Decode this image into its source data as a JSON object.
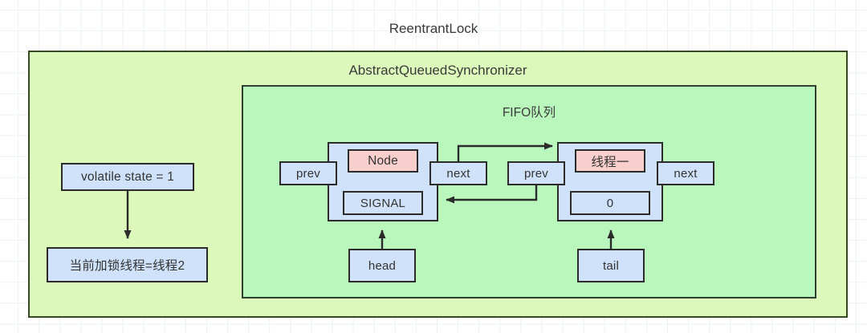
{
  "diagram": {
    "title": "ReentrantLock",
    "subtitle": "AbstractQueuedSynchronizer",
    "queue_label": "FIFO队列",
    "state_box": "volatile state = 1",
    "owner_box": "当前加锁线程=线程2",
    "nodes": [
      {
        "prev_label": "prev",
        "next_label": "next",
        "title": "Node",
        "status": "SIGNAL",
        "pointer_label": "head"
      },
      {
        "prev_label": "prev",
        "next_label": "next",
        "title": "线程一",
        "status": "0",
        "pointer_label": "tail"
      }
    ],
    "colors": {
      "outer_fill": "#ddf8bb",
      "outer_stroke": "#36481f",
      "inner_fill": "#baf7bc",
      "inner_stroke": "#2f4030",
      "box_fill": "#cfe2f9",
      "accent_fill": "#f8cfcc",
      "stroke": "#2b2b2b",
      "grid": "#eef0f2",
      "text": "#3a3a3a"
    }
  }
}
